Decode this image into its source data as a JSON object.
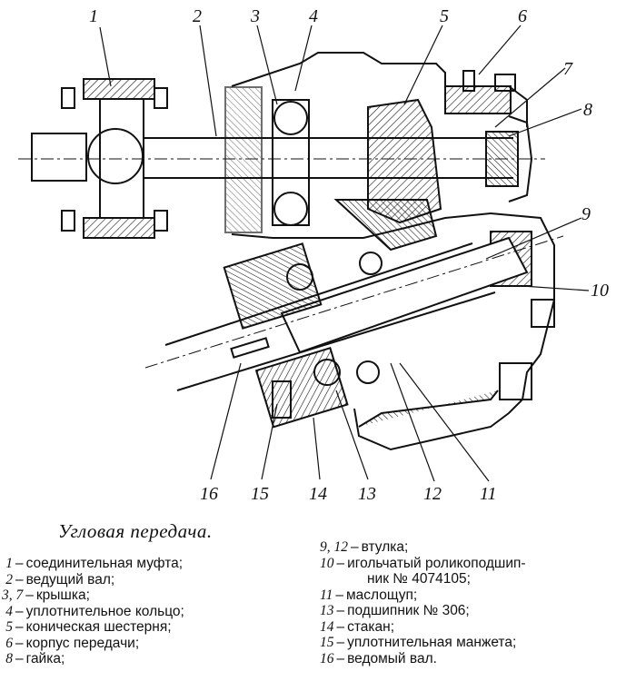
{
  "figure": {
    "callouts": [
      {
        "id": "c1",
        "label": "1"
      },
      {
        "id": "c2",
        "label": "2"
      },
      {
        "id": "c3",
        "label": "3"
      },
      {
        "id": "c4",
        "label": "4"
      },
      {
        "id": "c5",
        "label": "5"
      },
      {
        "id": "c6",
        "label": "6"
      },
      {
        "id": "c7",
        "label": "7"
      },
      {
        "id": "c8",
        "label": "8"
      },
      {
        "id": "c9",
        "label": "9"
      },
      {
        "id": "c10",
        "label": "10"
      },
      {
        "id": "c11",
        "label": "11"
      },
      {
        "id": "c12",
        "label": "12"
      },
      {
        "id": "c13",
        "label": "13"
      },
      {
        "id": "c14",
        "label": "14"
      },
      {
        "id": "c15",
        "label": "15"
      },
      {
        "id": "c16",
        "label": "16"
      }
    ]
  },
  "caption": "Угловая передача.",
  "legend": {
    "left": [
      {
        "num": "1",
        "text": "соединительная муфта;"
      },
      {
        "num": "2",
        "text": "ведущий вал;"
      },
      {
        "num": "3, 7",
        "text": "крышка;"
      },
      {
        "num": "4",
        "text": "уплотнительное кольцо;"
      },
      {
        "num": "5",
        "text": "коническая шестерня;"
      },
      {
        "num": "6",
        "text": "корпус передачи;"
      },
      {
        "num": "8",
        "text": "гайка;"
      }
    ],
    "right": [
      {
        "num": "9, 12",
        "text": "втулка;"
      },
      {
        "num": "10",
        "text": "игольчатый роликоподшип-",
        "cont": "ник № 4074105;"
      },
      {
        "num": "11",
        "text": "маслощуп;"
      },
      {
        "num": "13",
        "text": "подшипник № 306;"
      },
      {
        "num": "14",
        "text": "стакан;"
      },
      {
        "num": "15",
        "text": "уплотнительная манжета;"
      },
      {
        "num": "16",
        "text": "ведомый вал."
      }
    ]
  }
}
